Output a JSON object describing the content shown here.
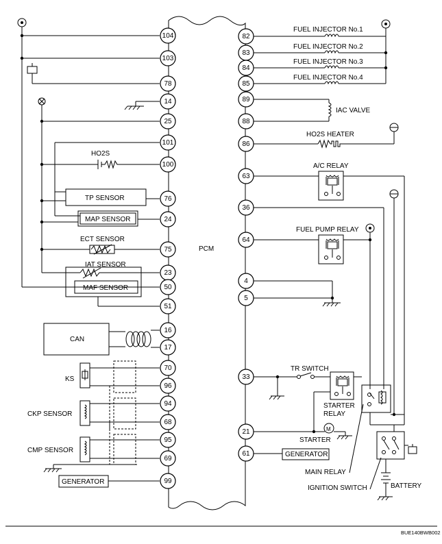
{
  "pcm": {
    "label": "PCM"
  },
  "left_pins": [
    "104",
    "103",
    "78",
    "14",
    "25",
    "101",
    "100",
    "76",
    "24",
    "75",
    "23",
    "50",
    "51",
    "16",
    "17",
    "70",
    "96",
    "94",
    "68",
    "95",
    "69",
    "99"
  ],
  "right_pins": [
    "82",
    "83",
    "84",
    "85",
    "89",
    "88",
    "86",
    "63",
    "36",
    "64",
    "4",
    "5",
    "33",
    "21",
    "61"
  ],
  "labels": {
    "fuel_injector_1": "FUEL INJECTOR No.1",
    "fuel_injector_2": "FUEL INJECTOR No.2",
    "fuel_injector_3": "FUEL INJECTOR No.3",
    "fuel_injector_4": "FUEL INJECTOR No.4",
    "iac_valve": "IAC VALVE",
    "ho2s_heater": "HO2S HEATER",
    "ac_relay": "A/C RELAY",
    "fuel_pump_relay": "FUEL PUMP RELAY",
    "tr_switch": "TR SWITCH",
    "starter_relay_1": "STARTER",
    "starter_relay_2": "RELAY",
    "starter": "STARTER",
    "generator_right": "GENERATOR",
    "main_relay": "MAIN RELAY",
    "ignition_switch": "IGNITION SWITCH",
    "battery": "BATTERY",
    "ho2s": "HO2S",
    "tp_sensor": "TP SENSOR",
    "map_sensor": "MAP SENSOR",
    "ect_sensor": "ECT SENSOR",
    "iat_sensor": "IAT SENSOR",
    "maf_sensor": "MAF SENSOR",
    "can": "CAN",
    "ks": "KS",
    "ckp_sensor": "CKP SENSOR",
    "cmp_sensor": "CMP SENSOR",
    "generator_left": "GENERATOR",
    "figure_code": "BUE140BWB002"
  }
}
